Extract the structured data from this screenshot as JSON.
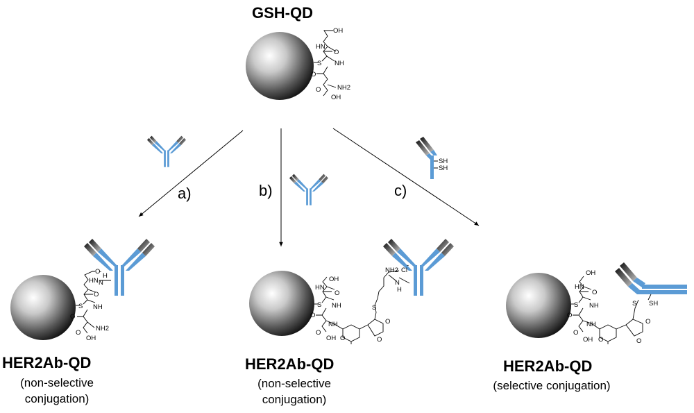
{
  "top": {
    "title": "GSH-QD"
  },
  "steps": {
    "a": "a)",
    "b": "b)",
    "c": "c)"
  },
  "products": [
    {
      "title": "HER2Ab-QD",
      "sub_line1": "(non-selective",
      "sub_line2": "conjugation)"
    },
    {
      "title": "HER2Ab-QD",
      "sub_line1": "(non-selective",
      "sub_line2": "conjugation)"
    },
    {
      "title": "HER2Ab-QD",
      "sub_line1": "(selective conjugation)"
    }
  ],
  "chem": {
    "oh": "OH",
    "hn": "HN",
    "nh": "NH",
    "o": "O",
    "s": "S",
    "nh2": "NH2",
    "h": "H",
    "n": "N",
    "sh": "SH",
    "cl": "Cl",
    "plus": "+",
    "minus": "-",
    "amidinium": "NH2+Cl-"
  },
  "colors": {
    "antibody": "#5b9bd5",
    "antibody_dark": "#2b2b2b",
    "arrow": "#000000"
  },
  "icons": [
    "quantum-dot-sphere",
    "antibody-icon",
    "half-antibody-icon",
    "reaction-arrow"
  ]
}
